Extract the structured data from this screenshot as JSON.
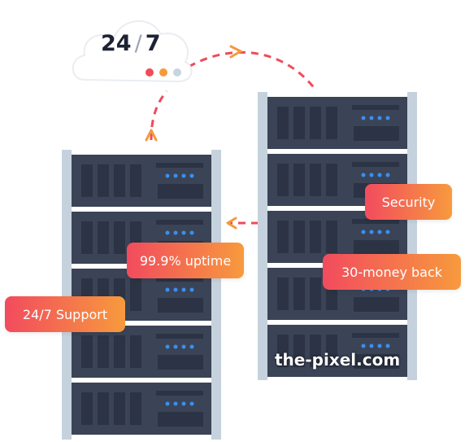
{
  "cloud": {
    "left": "24",
    "slash": "/",
    "right": "7"
  },
  "badges": {
    "uptime": "99.9% uptime",
    "support": "24/7 Support",
    "security": "Security",
    "money_back": "30-money back"
  },
  "watermark": "the-pixel.com",
  "colors": {
    "server_dark": "#3a4456",
    "server_darker": "#2b3344",
    "rack_post": "#c5d2de",
    "led_blue": "#3a8ff0",
    "arrow_orange": "#f59a3b",
    "arrow_red": "#f04b5a",
    "badge_from": "#f24b5e",
    "badge_to": "#f79a3d"
  }
}
